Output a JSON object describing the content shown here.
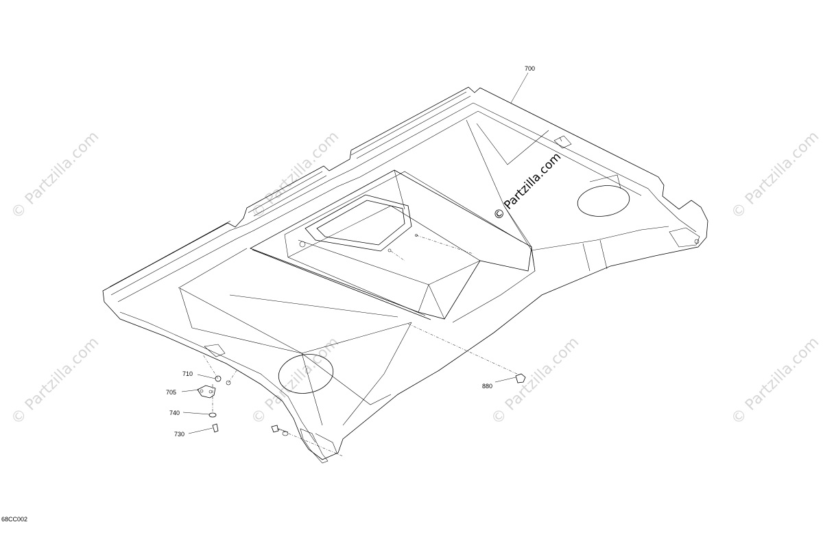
{
  "diagram": {
    "callouts": {
      "c700": "700",
      "c710": "710",
      "c705": "705",
      "c740": "740",
      "c730": "730",
      "c880": "880"
    },
    "drawing_code": "68CC002",
    "watermark": "© Partzilla.com"
  }
}
